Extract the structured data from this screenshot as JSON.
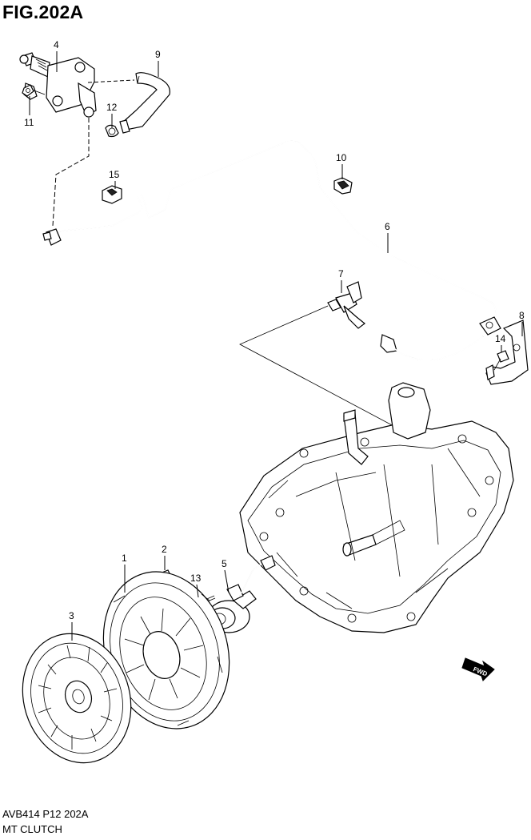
{
  "figure": {
    "title": "FIG.202A",
    "footer_code": "AVB414 P12 202A",
    "footer_name": "MT CLUTCH"
  },
  "callouts": [
    "1",
    "2",
    "3",
    "4",
    "5",
    "6",
    "7",
    "8",
    "9",
    "10",
    "11",
    "12",
    "13",
    "14",
    "15"
  ],
  "badge": {
    "fwd_label": "FWD"
  },
  "icons": {
    "fwd": "fwd-arrow-icon"
  },
  "colors": {
    "line": "#000000",
    "background": "#ffffff"
  }
}
